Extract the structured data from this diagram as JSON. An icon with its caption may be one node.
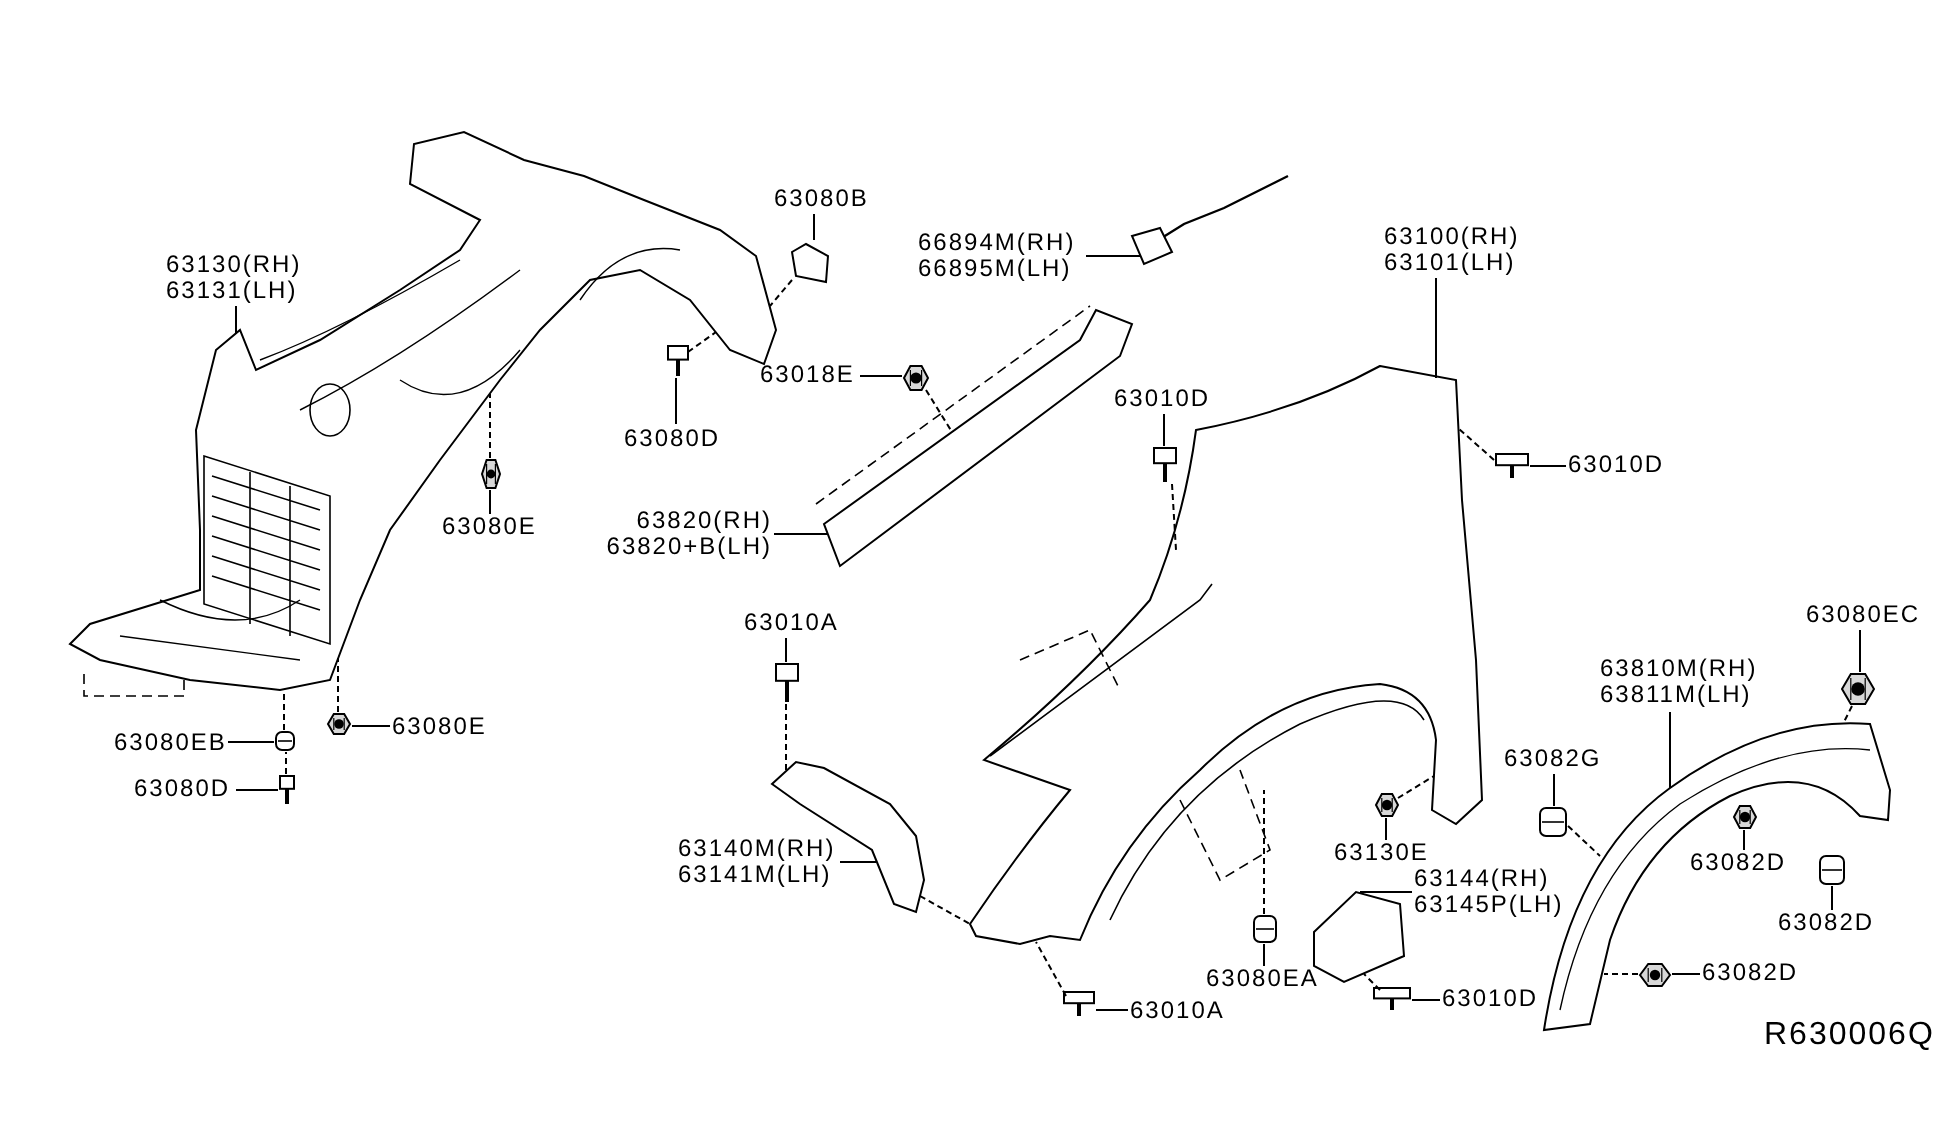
{
  "diagram": {
    "nodes": [
      {
        "text": [
          "63130(RH)",
          "63131(LH)"
        ]
      },
      {
        "text": [
          "63080B"
        ]
      },
      {
        "text": [
          "66894M(RH)",
          "66895M(LH)"
        ]
      },
      {
        "text": [
          "63100(RH)",
          "63101(LH)"
        ]
      },
      {
        "text": [
          "63080D"
        ]
      },
      {
        "text": [
          "63018E"
        ]
      },
      {
        "text": [
          "63010D"
        ]
      },
      {
        "text": [
          "63010D"
        ]
      },
      {
        "text": [
          "63080E"
        ]
      },
      {
        "text": [
          "63820(RH)",
          "63820+B(LH)"
        ]
      },
      {
        "text": [
          "63010A"
        ]
      },
      {
        "text": [
          "63080EB"
        ]
      },
      {
        "text": [
          "63080E"
        ]
      },
      {
        "text": [
          "63080D"
        ]
      },
      {
        "text": [
          "63140M(RH)",
          "63141M(LH)"
        ]
      },
      {
        "text": [
          "63130E"
        ]
      },
      {
        "text": [
          "63144(RH)",
          "63145P(LH)"
        ]
      },
      {
        "text": [
          "63080EA"
        ]
      },
      {
        "text": [
          "63010A"
        ]
      },
      {
        "text": [
          "63010D"
        ]
      },
      {
        "text": [
          "63082G"
        ]
      },
      {
        "text": [
          "63810M(RH)",
          "63811M(LH)"
        ]
      },
      {
        "text": [
          "63080EC"
        ]
      },
      {
        "text": [
          "63082D"
        ]
      },
      {
        "text": [
          "63082D"
        ]
      },
      {
        "text": [
          "63082D"
        ]
      },
      {
        "text": [],
        "shape": "picture"
      },
      {
        "text": [],
        "shape": "picture"
      },
      {
        "text": [],
        "shape": "picture"
      },
      {
        "text": [],
        "shape": "picture"
      },
      {
        "text": [],
        "shape": "picture"
      },
      {
        "text": [],
        "shape": "picture"
      },
      {
        "text": [],
        "shape": "picture"
      },
      {
        "text": [],
        "shape": "picture"
      },
      {
        "text": [],
        "shape": "picture"
      },
      {
        "text": [],
        "shape": "picture"
      },
      {
        "text": [],
        "shape": "picture"
      },
      {
        "text": [],
        "shape": "picture"
      },
      {
        "text": [],
        "shape": "picture"
      },
      {
        "text": [],
        "shape": "picture"
      },
      {
        "text": [],
        "shape": "picture"
      },
      {
        "text": [],
        "shape": "picture"
      },
      {
        "text": [],
        "shape": "picture"
      },
      {
        "text": [],
        "shape": "picture"
      },
      {
        "text": [],
        "shape": "picture"
      },
      {
        "text": [],
        "shape": "picture"
      },
      {
        "text": [],
        "shape": "picture"
      },
      {
        "text": [],
        "shape": "picture"
      },
      {
        "text": [],
        "shape": "picture"
      },
      {
        "text": [],
        "shape": "picture"
      },
      {
        "text": [],
        "shape": "picture"
      },
      {
        "text": [],
        "shape": "picture"
      }
    ],
    "edges": [
      {
        "from": 0,
        "to": 26,
        "arrow": "none"
      },
      {
        "from": 1,
        "to": 27,
        "arrow": "none"
      },
      {
        "from": 2,
        "to": 33,
        "arrow": "none"
      },
      {
        "from": 3,
        "to": 37,
        "arrow": "none"
      },
      {
        "from": 4,
        "to": 28,
        "arrow": "none"
      },
      {
        "from": 5,
        "to": 34,
        "arrow": "none"
      },
      {
        "from": 6,
        "to": 36,
        "arrow": "none"
      },
      {
        "from": 7,
        "to": 38,
        "arrow": "none"
      },
      {
        "from": 8,
        "to": 29,
        "arrow": "none"
      },
      {
        "from": 9,
        "to": 35,
        "arrow": "none"
      },
      {
        "from": 10,
        "to": 39,
        "arrow": "none"
      },
      {
        "from": 11,
        "to": 30,
        "arrow": "none"
      },
      {
        "from": 12,
        "to": 32,
        "arrow": "none"
      },
      {
        "from": 13,
        "to": 31,
        "arrow": "none"
      },
      {
        "from": 14,
        "to": 40,
        "arrow": "none"
      },
      {
        "from": 15,
        "to": 43,
        "arrow": "none"
      },
      {
        "from": 16,
        "to": 44,
        "arrow": "none"
      },
      {
        "from": 17,
        "to": 42,
        "arrow": "none"
      },
      {
        "from": 18,
        "to": 41,
        "arrow": "none"
      },
      {
        "from": 19,
        "to": 45,
        "arrow": "none"
      },
      {
        "from": 20,
        "to": 46,
        "arrow": "none"
      },
      {
        "from": 21,
        "to": 47,
        "arrow": "none"
      },
      {
        "from": 22,
        "to": 48,
        "arrow": "none"
      },
      {
        "from": 23,
        "to": 49,
        "arrow": "none"
      },
      {
        "from": 24,
        "to": 50,
        "arrow": "none"
      },
      {
        "from": 25,
        "to": 51,
        "arrow": "none"
      },
      {
        "from": 27,
        "to": 26,
        "arrow": "none",
        "style": "dashed"
      },
      {
        "from": 28,
        "to": 26,
        "arrow": "none",
        "style": "dashed"
      },
      {
        "from": 29,
        "to": 26,
        "arrow": "none",
        "style": "dashed"
      },
      {
        "from": 30,
        "to": 26,
        "arrow": "none",
        "style": "dashed"
      },
      {
        "from": 31,
        "to": 30,
        "arrow": "none",
        "style": "dashed"
      },
      {
        "from": 32,
        "to": 26,
        "arrow": "none",
        "style": "dashed"
      },
      {
        "from": 34,
        "to": 35,
        "arrow": "none",
        "style": "dashed"
      },
      {
        "from": 36,
        "to": 37,
        "arrow": "none",
        "style": "dashed"
      },
      {
        "from": 38,
        "to": 37,
        "arrow": "none",
        "style": "dashed"
      },
      {
        "from": 39,
        "to": 40,
        "arrow": "none",
        "style": "dashed"
      },
      {
        "from": 40,
        "to": 37,
        "arrow": "none",
        "style": "dashed"
      },
      {
        "from": 41,
        "to": 37,
        "arrow": "none",
        "style": "dashed"
      },
      {
        "from": 42,
        "to": 37,
        "arrow": "none",
        "style": "dashed"
      },
      {
        "from": 43,
        "to": 37,
        "arrow": "none",
        "style": "dashed"
      },
      {
        "from": 45,
        "to": 44,
        "arrow": "none",
        "style": "dashed"
      },
      {
        "from": 46,
        "to": 47,
        "arrow": "none",
        "style": "dashed"
      },
      {
        "from": 51,
        "to": 47,
        "arrow": "none",
        "style": "dashed"
      },
      {
        "from": 48,
        "to": 47,
        "arrow": "none",
        "style": "dashed"
      }
    ],
    "labels": [
      "R630006Q"
    ]
  }
}
